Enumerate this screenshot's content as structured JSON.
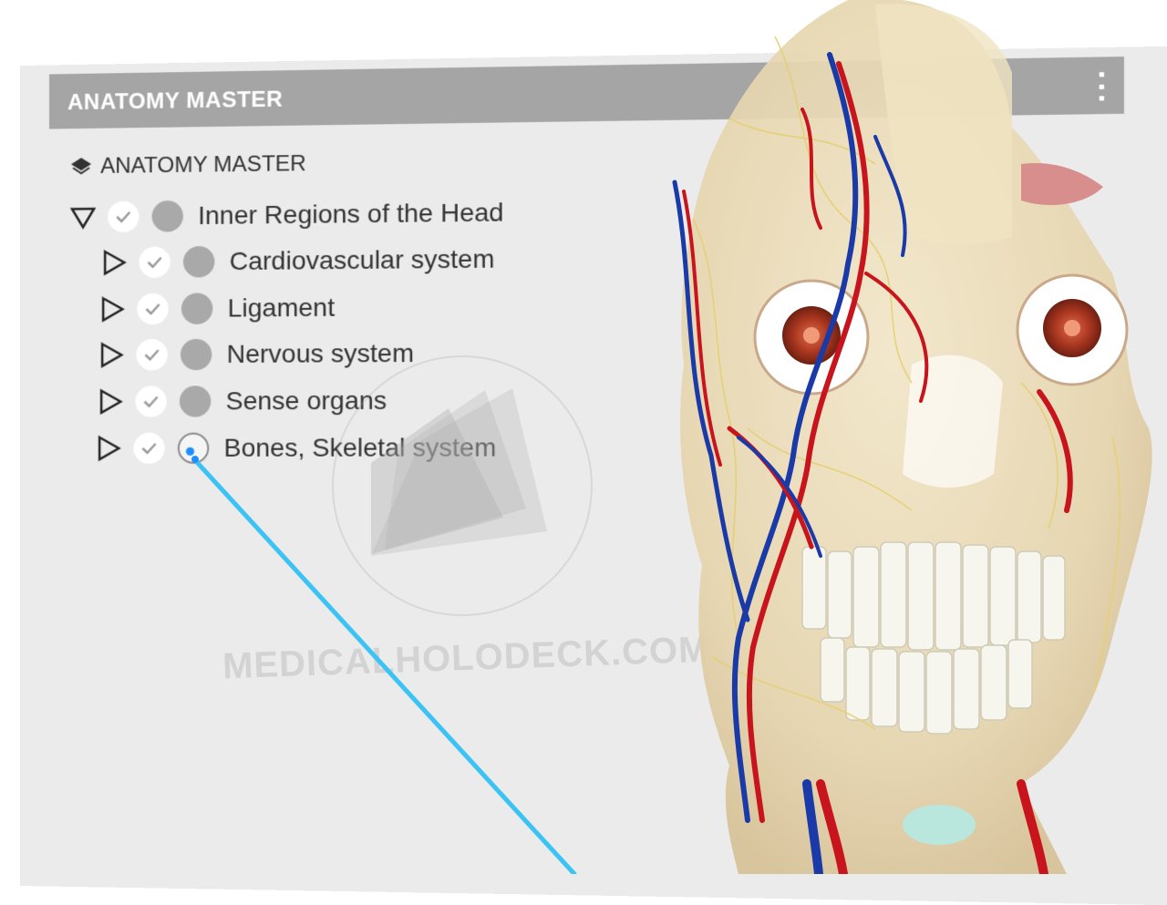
{
  "window": {
    "title": "ANATOMY MASTER",
    "menu_icon": "kebab-menu-icon"
  },
  "tree": {
    "root_label": "ANATOMY MASTER",
    "root_icon": "layers-icon",
    "group": {
      "label": "Inner Regions of the Head",
      "expanded": true,
      "visible": true,
      "children": [
        {
          "label": "Cardiovascular system",
          "visible": true,
          "selected": false
        },
        {
          "label": "Ligament",
          "visible": true,
          "selected": false
        },
        {
          "label": "Nervous system",
          "visible": true,
          "selected": false
        },
        {
          "label": "Sense organs",
          "visible": true,
          "selected": false
        },
        {
          "label": "Bones, Skeletal system",
          "visible": true,
          "selected": true
        }
      ]
    }
  },
  "watermark": {
    "text": "MEDICALHOLODECK.COM"
  },
  "colors": {
    "header": "#a5a5a5",
    "panel": "#ebebeb",
    "pointer_ray": "#3cc3f5",
    "artery": "#c8141c",
    "vein": "#1a3aa8",
    "nerve": "#e8d37a",
    "bone": "#eadcb8"
  }
}
